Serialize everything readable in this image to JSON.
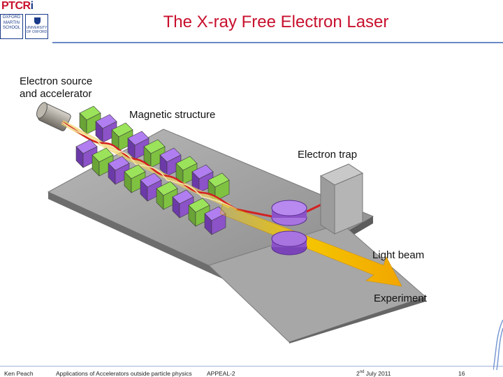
{
  "slide": {
    "title": "The X-ray Free Electron Laser"
  },
  "logos": {
    "ptcri_main": "PTCR",
    "ptcri_tail": "i",
    "oxford_martin": [
      "OXFORD",
      "MARTIN",
      "SCHOOL"
    ],
    "university": "UNIVERSITY OF OXFORD"
  },
  "diagram": {
    "labels": {
      "source_line1": "Electron source",
      "source_line2": "and accelerator",
      "magnetic": "Magnetic structure",
      "trap": "Electron trap",
      "light": "Light beam",
      "experiment": "Experiment"
    },
    "colors": {
      "magnet_green": "#7fc241",
      "magnet_purple": "#8c52c8",
      "beam_yellow": "#f5c400",
      "electron_red": "#d42020",
      "base_gray": "#9a9a9a"
    }
  },
  "footer": {
    "author": "Ken Peach",
    "talk": "Applications of Accelerators outside particle physics",
    "event": "APPEAL-2",
    "date_day": "2",
    "date_suffix": "nd",
    "date_rest": " July 2011",
    "page": "16"
  }
}
